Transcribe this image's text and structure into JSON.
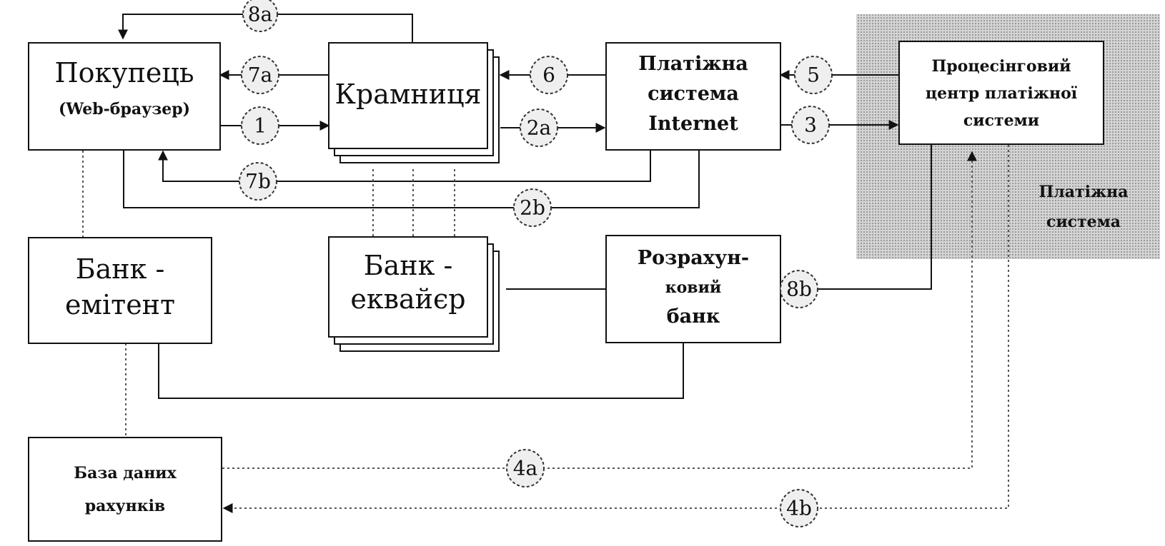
{
  "nodes": {
    "buyer": [
      "Покупець",
      "(Web-браузер)"
    ],
    "shop": [
      "Крамниця"
    ],
    "internet_payment": [
      "Платіжна",
      "система",
      "Internet"
    ],
    "processing_center": [
      "Процесінговий",
      "центр платіжної",
      "системи"
    ],
    "payment_system": [
      "Платіжна",
      "система"
    ],
    "issuer_bank": [
      "Банк -",
      "емітент"
    ],
    "acquirer_bank": [
      "Банк -",
      "еквайєр"
    ],
    "settlement_bank": [
      "Розрахун-",
      "ковий",
      "банк"
    ],
    "accounts_db": [
      "База даних",
      "рахунків"
    ]
  },
  "steps": [
    "8a",
    "7a",
    "1",
    "6",
    "2a",
    "5",
    "3",
    "7b",
    "2b",
    "8b",
    "4a",
    "4b"
  ],
  "colors": {
    "line": "#111111",
    "region": "#c8c8c8",
    "circle": "#efefef"
  }
}
